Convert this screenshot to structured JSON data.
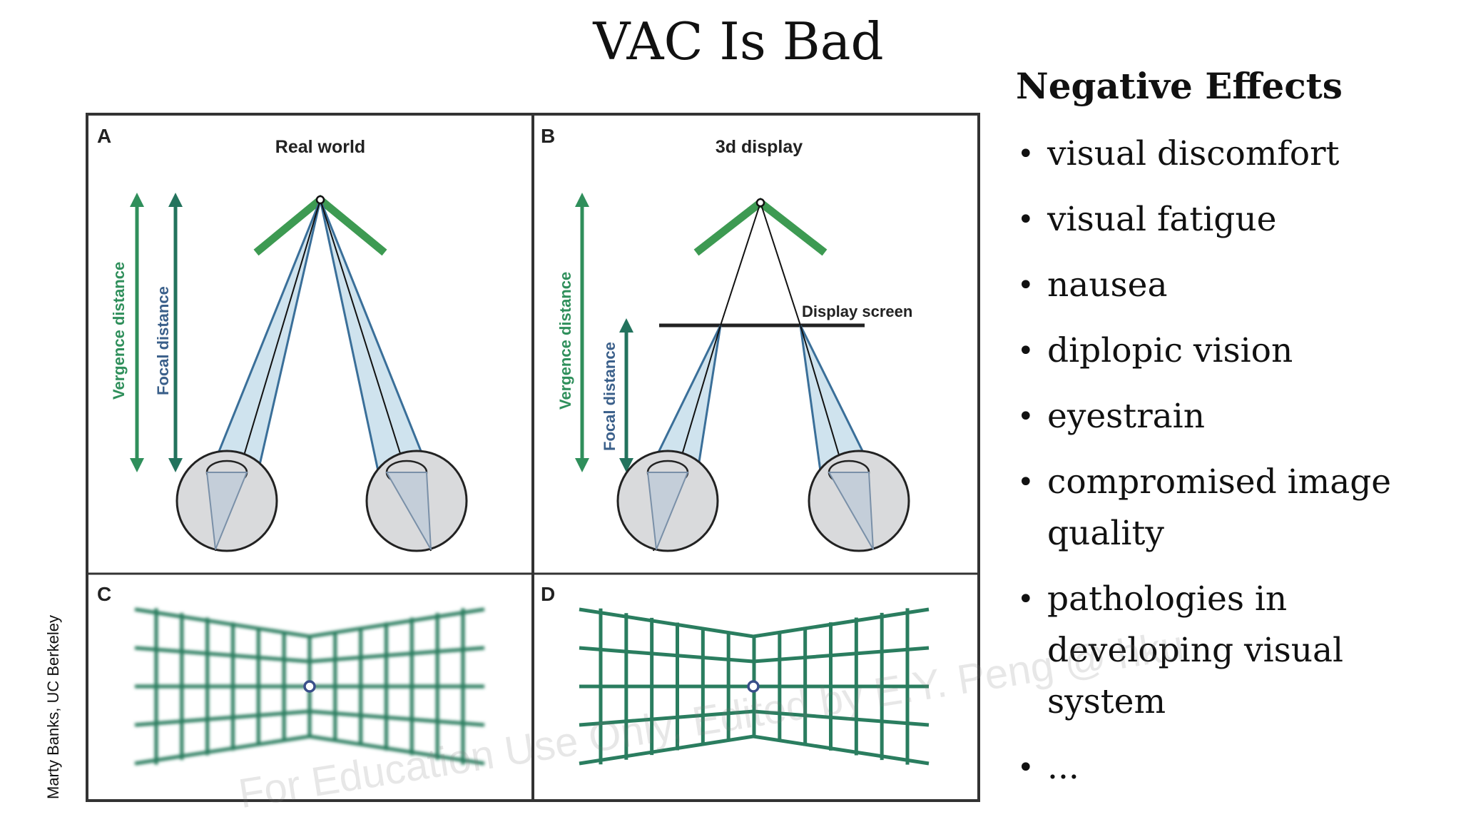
{
  "slide": {
    "title": "VAC Is Bad",
    "credit": "Marty Banks, UC Berkeley",
    "watermark": "For Education Use Only, Edited by E.Y. Peng @ hku"
  },
  "figure": {
    "panel_a": {
      "letter": "A",
      "title": "Real world",
      "vergence_label": "Vergence distance",
      "focal_label": "Focal distance"
    },
    "panel_b": {
      "letter": "B",
      "title": "3d display",
      "vergence_label": "Vergence distance",
      "focal_label": "Focal distance",
      "screen_label": "Display screen"
    },
    "panel_c": {
      "letter": "C"
    },
    "panel_d": {
      "letter": "D"
    },
    "colors": {
      "green": "#2f8f5b",
      "blue": "#3a5f8a",
      "light_blue": "#cfe3ee",
      "eye_fill": "#d9dadc",
      "grid": "#2a7d5f"
    }
  },
  "effects": {
    "heading": "Negative Effects",
    "items": [
      "visual discomfort",
      "visual fatigue",
      "nausea",
      "diplopic vision",
      "eyestrain",
      "compromised image quality",
      "pathologies in developing visual system",
      "..."
    ]
  }
}
